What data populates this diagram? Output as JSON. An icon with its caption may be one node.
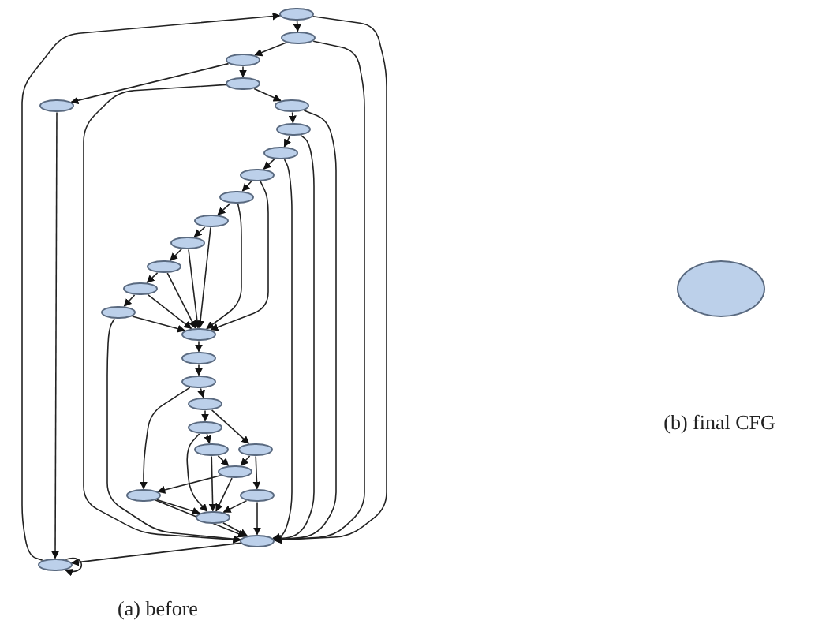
{
  "diagram": {
    "nodes": [
      {
        "text": [],
        "shape": "ellipse"
      },
      {
        "text": [],
        "shape": "ellipse"
      },
      {
        "text": [],
        "shape": "ellipse"
      },
      {
        "text": [],
        "shape": "ellipse"
      },
      {
        "text": [],
        "shape": "ellipse"
      },
      {
        "text": [],
        "shape": "ellipse"
      },
      {
        "text": [],
        "shape": "ellipse"
      },
      {
        "text": [],
        "shape": "ellipse"
      },
      {
        "text": [],
        "shape": "ellipse"
      },
      {
        "text": [],
        "shape": "ellipse"
      },
      {
        "text": [],
        "shape": "ellipse"
      },
      {
        "text": [],
        "shape": "ellipse"
      },
      {
        "text": [],
        "shape": "ellipse"
      },
      {
        "text": [],
        "shape": "ellipse"
      },
      {
        "text": [],
        "shape": "ellipse"
      },
      {
        "text": [],
        "shape": "ellipse"
      },
      {
        "text": [],
        "shape": "ellipse"
      },
      {
        "text": [],
        "shape": "ellipse"
      },
      {
        "text": [],
        "shape": "ellipse"
      },
      {
        "text": [],
        "shape": "ellipse"
      },
      {
        "text": [],
        "shape": "ellipse"
      },
      {
        "text": [],
        "shape": "ellipse"
      },
      {
        "text": [],
        "shape": "ellipse"
      },
      {
        "text": [],
        "shape": "ellipse"
      },
      {
        "text": [],
        "shape": "ellipse"
      },
      {
        "text": [],
        "shape": "ellipse"
      },
      {
        "text": [],
        "shape": "ellipse"
      },
      {
        "text": [],
        "shape": "ellipse"
      },
      {
        "text": [],
        "shape": "ellipse"
      }
    ],
    "edges": [
      {
        "from": 0,
        "to": 1,
        "arrow": "to"
      },
      {
        "from": 1,
        "to": 2,
        "arrow": "to"
      },
      {
        "from": 2,
        "to": 3,
        "arrow": "to"
      },
      {
        "from": 2,
        "to": 4,
        "arrow": "to"
      },
      {
        "from": 3,
        "to": 5,
        "arrow": "to"
      },
      {
        "from": 5,
        "to": 6,
        "arrow": "to"
      },
      {
        "from": 6,
        "to": 7,
        "arrow": "to"
      },
      {
        "from": 7,
        "to": 8,
        "arrow": "to"
      },
      {
        "from": 8,
        "to": 9,
        "arrow": "to"
      },
      {
        "from": 9,
        "to": 10,
        "arrow": "to"
      },
      {
        "from": 10,
        "to": 11,
        "arrow": "to"
      },
      {
        "from": 11,
        "to": 12,
        "arrow": "to"
      },
      {
        "from": 12,
        "to": 13,
        "arrow": "to"
      },
      {
        "from": 13,
        "to": 14,
        "arrow": "to"
      },
      {
        "from": 8,
        "to": 15,
        "arrow": "to"
      },
      {
        "from": 9,
        "to": 15,
        "arrow": "to"
      },
      {
        "from": 10,
        "to": 15,
        "arrow": "to"
      },
      {
        "from": 11,
        "to": 15,
        "arrow": "to"
      },
      {
        "from": 12,
        "to": 15,
        "arrow": "to"
      },
      {
        "from": 13,
        "to": 15,
        "arrow": "to"
      },
      {
        "from": 14,
        "to": 15,
        "arrow": "to"
      },
      {
        "from": 15,
        "to": 16,
        "arrow": "to"
      },
      {
        "from": 16,
        "to": 17,
        "arrow": "to"
      },
      {
        "from": 17,
        "to": 18,
        "arrow": "to"
      },
      {
        "from": 17,
        "to": 23,
        "arrow": "to"
      },
      {
        "from": 18,
        "to": 19,
        "arrow": "to"
      },
      {
        "from": 18,
        "to": 21,
        "arrow": "to"
      },
      {
        "from": 19,
        "to": 20,
        "arrow": "to"
      },
      {
        "from": 19,
        "to": 25,
        "arrow": "to"
      },
      {
        "from": 20,
        "to": 22,
        "arrow": "to"
      },
      {
        "from": 21,
        "to": 22,
        "arrow": "to"
      },
      {
        "from": 21,
        "to": 24,
        "arrow": "to"
      },
      {
        "from": 22,
        "to": 23,
        "arrow": "to"
      },
      {
        "from": 22,
        "to": 25,
        "arrow": "to"
      },
      {
        "from": 20,
        "to": 25,
        "arrow": "to"
      },
      {
        "from": 23,
        "to": 25,
        "arrow": "to"
      },
      {
        "from": 24,
        "to": 25,
        "arrow": "to"
      },
      {
        "from": 23,
        "to": 26,
        "arrow": "to"
      },
      {
        "from": 24,
        "to": 26,
        "arrow": "to"
      },
      {
        "from": 25,
        "to": 26,
        "arrow": "to"
      },
      {
        "from": 0,
        "to": 26,
        "arrow": "to"
      },
      {
        "from": 1,
        "to": 26,
        "arrow": "to"
      },
      {
        "from": 3,
        "to": 26,
        "arrow": "to"
      },
      {
        "from": 5,
        "to": 26,
        "arrow": "to"
      },
      {
        "from": 6,
        "to": 26,
        "arrow": "to"
      },
      {
        "from": 7,
        "to": 26,
        "arrow": "to"
      },
      {
        "from": 14,
        "to": 26,
        "arrow": "to"
      },
      {
        "from": 26,
        "to": 27,
        "arrow": "to"
      },
      {
        "from": 4,
        "to": 27,
        "arrow": "to"
      },
      {
        "from": 27,
        "to": 0,
        "arrow": "to"
      },
      {
        "from": 27,
        "to": 27,
        "arrow": "to"
      }
    ],
    "labels": [
      "(a) before",
      "(b) final CFG"
    ]
  }
}
